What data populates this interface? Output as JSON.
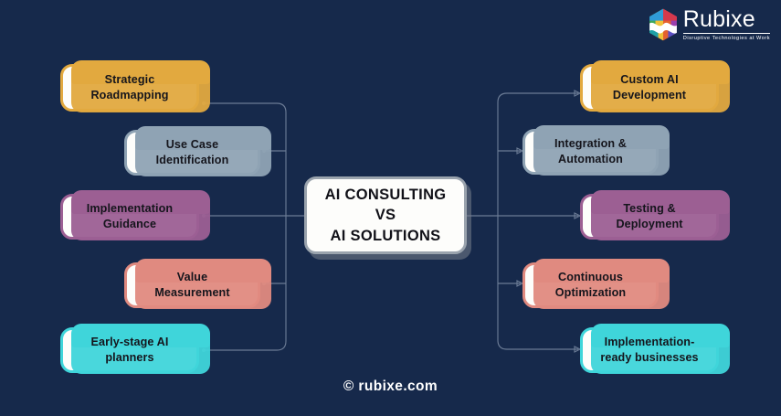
{
  "background_color": "#16294b",
  "logo": {
    "word": "Rubixe",
    "tagline": "Disruptive Technologies at Work",
    "mark_name": "rubixe-hexagon-logo"
  },
  "center": {
    "title": "AI CONSULTING\nVS\nAI SOLUTIONS"
  },
  "left_branch": {
    "nodes": [
      {
        "label": "Strategic\nRoadmapping",
        "color": "#e2a93f",
        "color_name": "gold"
      },
      {
        "label": "Use Case\nIdentification",
        "color": "#8fa3b4",
        "color_name": "slate"
      },
      {
        "label": "Implementation\nGuidance",
        "color": "#9c5f93",
        "color_name": "purple"
      },
      {
        "label": "Value\nMeasurement",
        "color": "#e08a80",
        "color_name": "coral"
      },
      {
        "label": "Early-stage AI\nplanners",
        "color": "#3fd5da",
        "color_name": "cyan"
      }
    ]
  },
  "right_branch": {
    "nodes": [
      {
        "label": "Custom AI\nDevelopment",
        "color": "#e2a93f",
        "color_name": "gold"
      },
      {
        "label": "Integration &\nAutomation",
        "color": "#8fa3b4",
        "color_name": "slate"
      },
      {
        "label": "Testing &\nDeployment",
        "color": "#9c5f93",
        "color_name": "purple"
      },
      {
        "label": "Continuous\nOptimization",
        "color": "#e08a80",
        "color_name": "coral"
      },
      {
        "label": "Implementation-\nready businesses",
        "color": "#3fd5da",
        "color_name": "cyan"
      }
    ]
  },
  "footer": {
    "text": "© rubixe.com"
  }
}
